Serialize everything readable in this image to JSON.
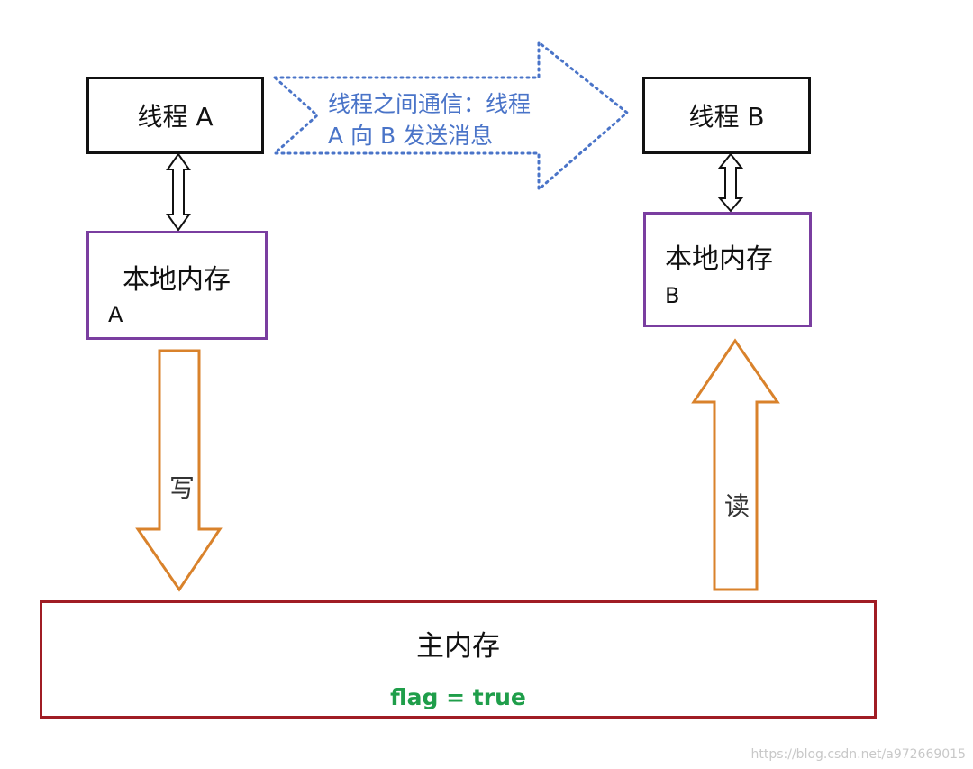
{
  "thread_a": {
    "label": "线程 A"
  },
  "thread_b": {
    "label": "线程 B"
  },
  "communication": {
    "label": "线程之间通信：线程 A 向 B 发送消息"
  },
  "local_memory_a": {
    "title": "本地内存",
    "sub": "A"
  },
  "local_memory_b": {
    "title": "本地内存",
    "sub": "B"
  },
  "write_arrow": {
    "label": "写"
  },
  "read_arrow": {
    "label": "读"
  },
  "main_memory": {
    "title": "主内存",
    "flag": "flag = true"
  },
  "watermark": "https://blog.csdn.net/a972669015",
  "colors": {
    "thread_border": "#111111",
    "local_memory_border": "#7a3ea0",
    "main_memory_border": "#a01c24",
    "communication_arrow": "#4a74c8",
    "read_write_arrow": "#d9822b",
    "flag_text": "#1f9e4a"
  }
}
